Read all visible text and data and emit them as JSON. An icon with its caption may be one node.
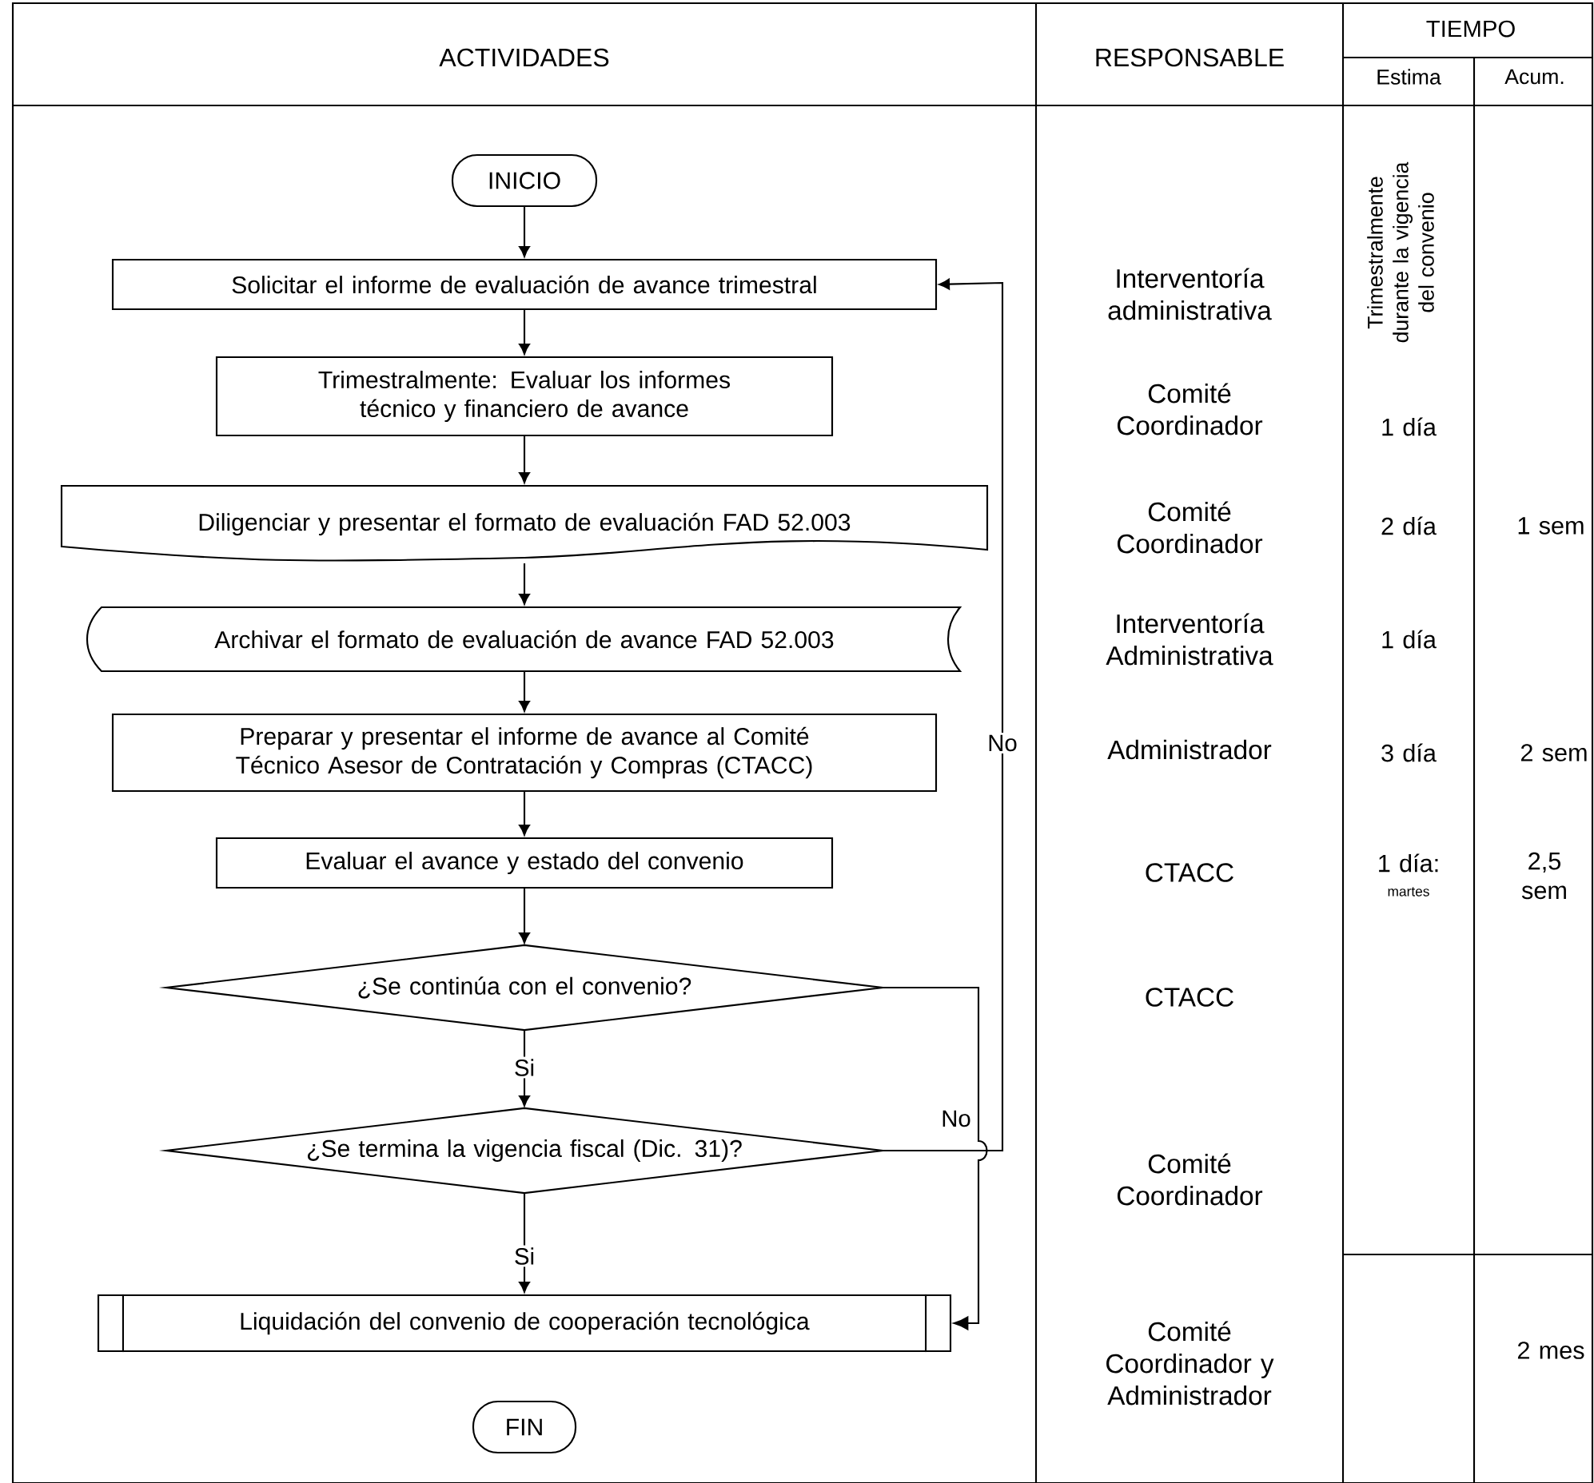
{
  "diagram": {
    "nodes": [
      {
        "text": [
          "INICIO"
        ]
      },
      {
        "text": [
          "Solicitar el informe de evaluación de avance trimestral"
        ]
      },
      {
        "text": [
          "Trimestralmente: Evaluar los informes técnico y financiero de avance"
        ]
      },
      {
        "text": [
          "Diligenciar y presentar el formato de evaluación FAD  52.003"
        ]
      },
      {
        "text": [
          "Archivar el formato de evaluación de avance FAD 52.003"
        ]
      },
      {
        "text": [
          "Preparar y presentar el informe de avance al Comité Técnico Asesor de Contratación y Compras (CTACC)"
        ]
      },
      {
        "text": [
          "Evaluar el avance y estado del convenio"
        ]
      },
      {
        "text": [
          "¿Se continúa con el convenio?"
        ]
      },
      {
        "text": [
          "¿Se termina la vigencia fiscal  (Dic. 31)?"
        ]
      },
      {
        "text": [
          "Liquidación del convenio de cooperación tecnológica"
        ]
      },
      {
        "text": [
          "FIN"
        ]
      }
    ],
    "edges": [
      {
        "from": 0,
        "to": 1,
        "arrow": "to"
      },
      {
        "from": 1,
        "to": 2,
        "arrow": "to"
      },
      {
        "from": 2,
        "to": 3,
        "arrow": "to"
      },
      {
        "from": 3,
        "to": 4,
        "arrow": "to"
      },
      {
        "from": 4,
        "to": 5,
        "arrow": "to"
      },
      {
        "from": 5,
        "to": 6,
        "arrow": "to"
      },
      {
        "from": 6,
        "to": 7,
        "arrow": "to"
      },
      {
        "from": 7,
        "to": 8,
        "arrow": "to",
        "label": "Si"
      },
      {
        "from": 8,
        "to": 9,
        "arrow": "to",
        "label": "Si"
      },
      {
        "from": 7,
        "to": 9,
        "arrow": "to",
        "label": "No"
      },
      {
        "from": 8,
        "to": 1,
        "arrow": "to",
        "label": "No"
      }
    ],
    "labels": [
      "ACTIVIDADES",
      "RESPONSABLE",
      "TIEMPO",
      "Estima",
      "Acum.",
      "Trimestralmente durante la vigencia del convenio",
      "Interventoría administrativa",
      "Comité Coordinador",
      "1 día",
      "Comité Coordinador",
      "2 día",
      "1 sem",
      "Interventoría Administrativa",
      "1 día",
      "Administrador",
      "3 día",
      "2 sem",
      "CTACC",
      "1 día:",
      "martes",
      "2,5 sem",
      "CTACC",
      "Comité Coordinador",
      "Comité Coordinador y Administrador",
      "2 mes"
    ]
  }
}
